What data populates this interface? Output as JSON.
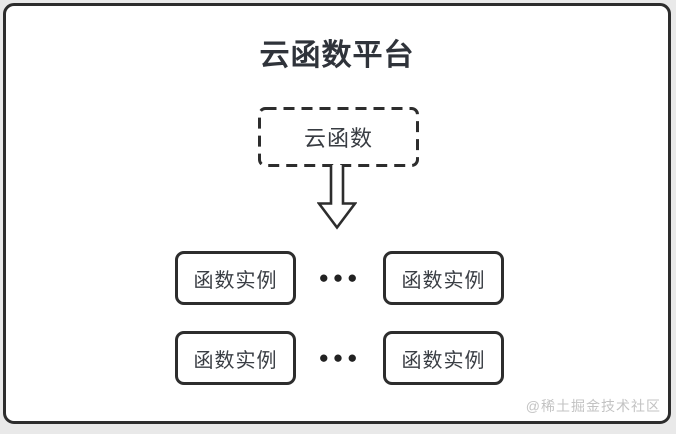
{
  "diagram": {
    "title": "云函数平台",
    "cloud_function": {
      "label": "云函数"
    },
    "rows": [
      {
        "left": "函数实例",
        "dots": "●●●",
        "right": "函数实例"
      },
      {
        "left": "函数实例",
        "dots": "●●●",
        "right": "函数实例"
      }
    ]
  },
  "watermark": "@稀土掘金技术社区",
  "colors": {
    "line": "#2d2d2d",
    "title_text": "#2f333a",
    "node_text": "#3a3e44",
    "watermark_text": "#c3c3c3",
    "frame_background": "#ffffff",
    "page_background": "#e9e9e9"
  }
}
